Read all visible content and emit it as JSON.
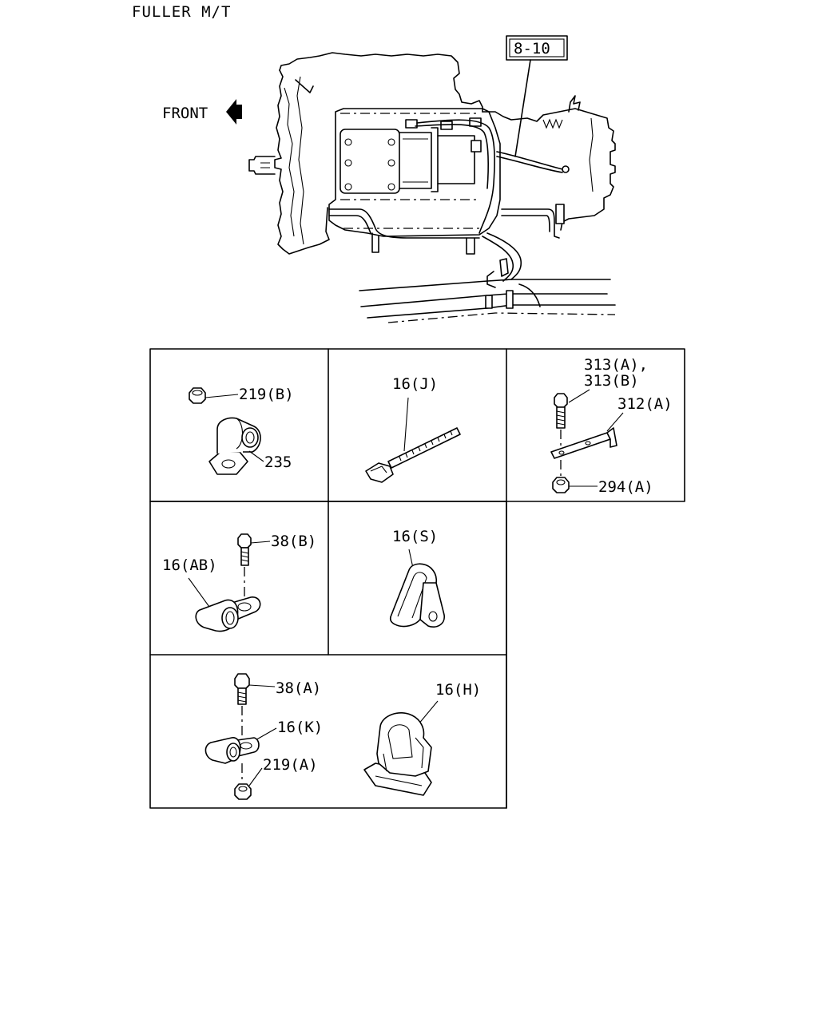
{
  "title": "FULLER M/T",
  "front_label": "FRONT",
  "ref_box": "8-10",
  "parts": {
    "p219b": "219(B)",
    "p235": "235",
    "p16j": "16(J)",
    "p313a": "313(A),",
    "p313b": "313(B)",
    "p312a": "312(A)",
    "p294a": "294(A)",
    "p38b": "38(B)",
    "p16ab": "16(AB)",
    "p16s": "16(S)",
    "p38a": "38(A)",
    "p16k": "16(K)",
    "p219a": "219(A)",
    "p16h": "16(H)"
  },
  "colors": {
    "line": "#000000",
    "background": "#ffffff"
  },
  "icons": {
    "front_arrow": "arrow-left-icon"
  }
}
